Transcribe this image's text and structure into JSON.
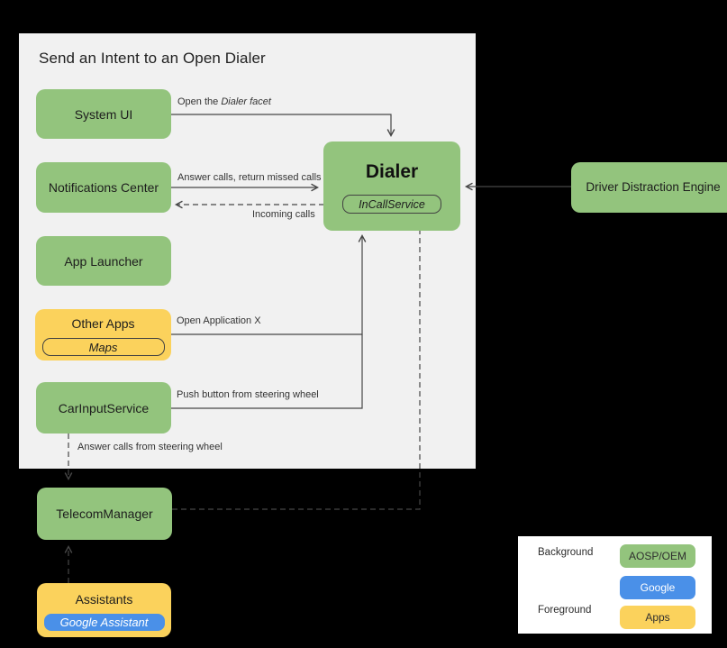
{
  "panel": {
    "title": "Send an Intent to an Open Dialer"
  },
  "nodes": {
    "system_ui": {
      "label": "System UI"
    },
    "notifications_center": {
      "label": "Notifications Center"
    },
    "app_launcher": {
      "label": "App Launcher"
    },
    "other_apps": {
      "label": "Other Apps",
      "sub": "Maps"
    },
    "car_input_service": {
      "label": "CarInputService"
    },
    "dialer": {
      "label": "Dialer",
      "sub": "InCallService"
    },
    "driver_distraction": {
      "label": "Driver Distraction Engine"
    },
    "telecom_manager": {
      "label": "TelecomManager"
    },
    "assistants": {
      "label": "Assistants",
      "sub": "Google Assistant"
    }
  },
  "edges": {
    "open_dialer_facet_prefix": "Open the ",
    "open_dialer_facet_italic": "Dialer facet",
    "answer_calls": "Answer calls, return missed calls",
    "incoming_calls": "Incoming calls",
    "open_application_x": "Open Application X",
    "push_button": "Push button from steering wheel",
    "answer_from_wheel": "Answer calls from steering wheel"
  },
  "legend": {
    "background_label": "Background",
    "foreground_label": "Foreground",
    "items": [
      {
        "label": "AOSP/OEM",
        "color": "#93c47d"
      },
      {
        "label": "Google",
        "color": "#4a90e8"
      },
      {
        "label": "Apps",
        "color": "#fbd25c"
      }
    ]
  },
  "colors": {
    "aosp_green": "#93c47d",
    "google_blue": "#4a90e8",
    "apps_yellow": "#fbd25c",
    "panel_bg": "#f1f1f1",
    "canvas_bg": "#000000",
    "line": "#474747"
  }
}
